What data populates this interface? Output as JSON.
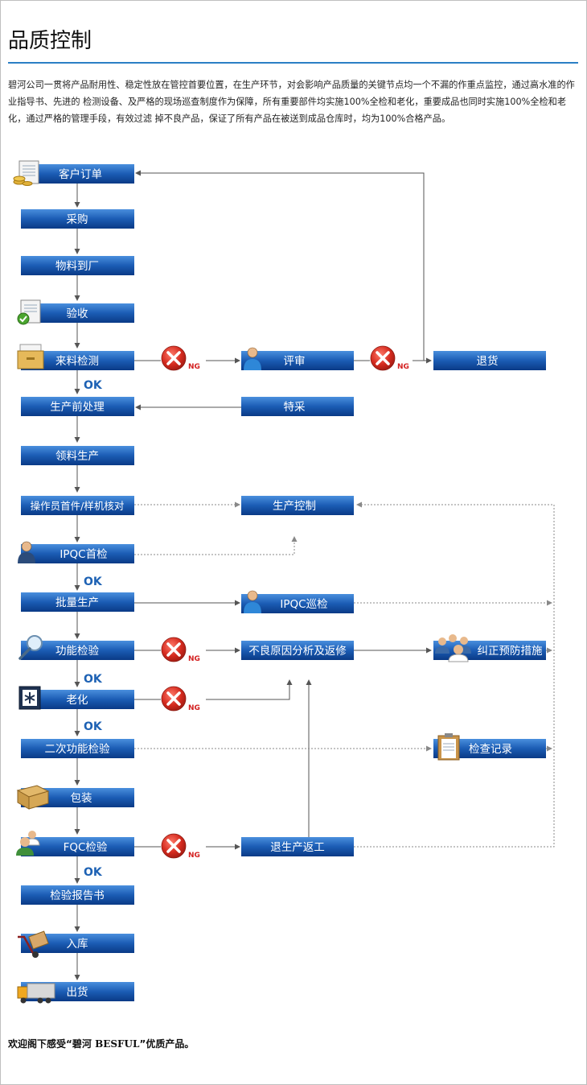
{
  "title": "品质控制",
  "intro": "碧河公司一贯将产品耐用性、稳定性放在管控首要位置，在生产环节，对会影响产品质量的关键节点均一个不漏的作重点监控，通过高水准的作业指导书、先进的 检测设备、及严格的现场巡查制度作为保障，所有重要部件均实施100%全检和老化，重要成品也同时实施100%全检和老化，通过严格的管理手段，有效过滤 掉不良产品，保证了所有产品在被送到成品仓库时，均为100%合格产品。",
  "footer": {
    "prefix": "欢迎阁下感受“碧河 ",
    "brand": "BESFUL",
    "suffix": "”优质产品。"
  },
  "colors": {
    "box_top": "#3f86d8",
    "box_bottom": "#0b3e8c",
    "accent_rule": "#2b7fc5",
    "ok_text": "#1e62b4",
    "ng_red": "#d42020"
  },
  "nodes": {
    "order": "客户订单",
    "purchase": "采购",
    "arrival": "物料到厂",
    "receive": "验收",
    "incoming": "来料检测",
    "review": "评审",
    "return_goods": "退货",
    "preprocess": "生产前处理",
    "special": "特采",
    "pick": "领料生产",
    "first_check": "操作员首件/样机核对",
    "prod_control": "生产控制",
    "ipqc_first": "IPQC首检",
    "batch": "批量生产",
    "ipqc_patrol": "IPQC巡检",
    "func_test": "功能检验",
    "defect": "不良原因分析及返修",
    "corrective": "纠正预防措施",
    "aging": "老化",
    "second_test": "二次功能检验",
    "records": "检查记录",
    "packing": "包装",
    "fqc": "FQC检验",
    "rework": "退生产返工",
    "report": "检验报告书",
    "storage": "入库",
    "shipping": "出货"
  },
  "ok_label": "OK",
  "ng_label": "NG",
  "icons": {
    "order": "document-coins-icon",
    "receive": "document-check-icon",
    "incoming": "inbox-tray-icon",
    "review": "person-icon",
    "ipqc_first": "user-icon",
    "ipqc_patrol": "person-icon",
    "func_test": "magnifier-icon",
    "aging": "aging-chamber-icon",
    "corrective": "group-icon",
    "records": "clipboard-icon",
    "packing": "cardboard-box-icon",
    "fqc": "two-users-icon",
    "storage": "hand-truck-icon",
    "shipping": "truck-icon"
  }
}
